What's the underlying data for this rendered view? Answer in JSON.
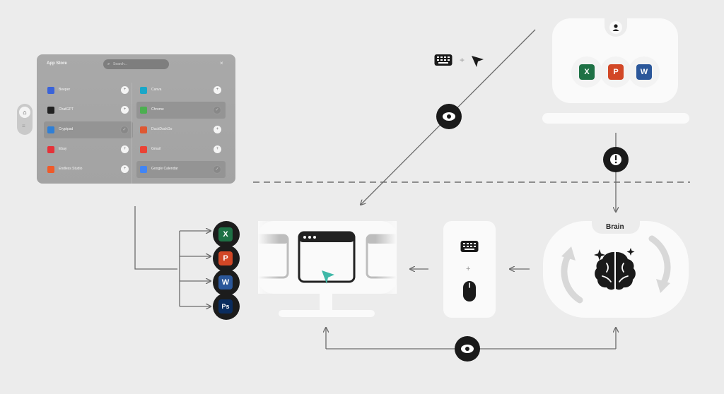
{
  "store": {
    "title": "App Store",
    "search_placeholder": "Search...",
    "close": "×",
    "left": [
      {
        "label": "Beeper",
        "icon_color": "#3a63d9",
        "selected": false,
        "action": "+"
      },
      {
        "label": "ChatGPT",
        "icon_color": "#222222",
        "selected": false,
        "action": "+"
      },
      {
        "label": "Cryptpad",
        "icon_color": "#2f7fd6",
        "selected": true,
        "action": "✓"
      },
      {
        "label": "Ebay",
        "icon_color": "#e53238",
        "selected": false,
        "action": "+"
      },
      {
        "label": "Endless Studio",
        "icon_color": "#ef5a2a",
        "selected": false,
        "action": "+"
      }
    ],
    "right": [
      {
        "label": "Canva",
        "icon_color": "#1aa7c8",
        "selected": false,
        "action": "+"
      },
      {
        "label": "Chrome",
        "icon_color": "#4caf50",
        "selected": true,
        "action": "✓"
      },
      {
        "label": "DuckDuckGo",
        "icon_color": "#de5833",
        "selected": false,
        "action": "+"
      },
      {
        "label": "Gmail",
        "icon_color": "#ea4335",
        "selected": false,
        "action": "+"
      },
      {
        "label": "Google Calendar",
        "icon_color": "#4285f4",
        "selected": true,
        "action": "✓"
      }
    ]
  },
  "apps": [
    {
      "name": "excel-icon",
      "letter": "X",
      "color": "#1e7145"
    },
    {
      "name": "powerpoint-icon",
      "letter": "P",
      "color": "#d24726"
    },
    {
      "name": "word-icon",
      "letter": "W",
      "color": "#2b579a"
    },
    {
      "name": "photoshop-icon",
      "letter": "Ps",
      "color": "#0a2c5e"
    }
  ],
  "brain": {
    "label": "Brain"
  },
  "input": {
    "plus": "+"
  },
  "colors": {
    "line": "#6b6b6b",
    "dark": "#1a1a1a",
    "panel": "#fafafa",
    "background": "#ececec"
  }
}
